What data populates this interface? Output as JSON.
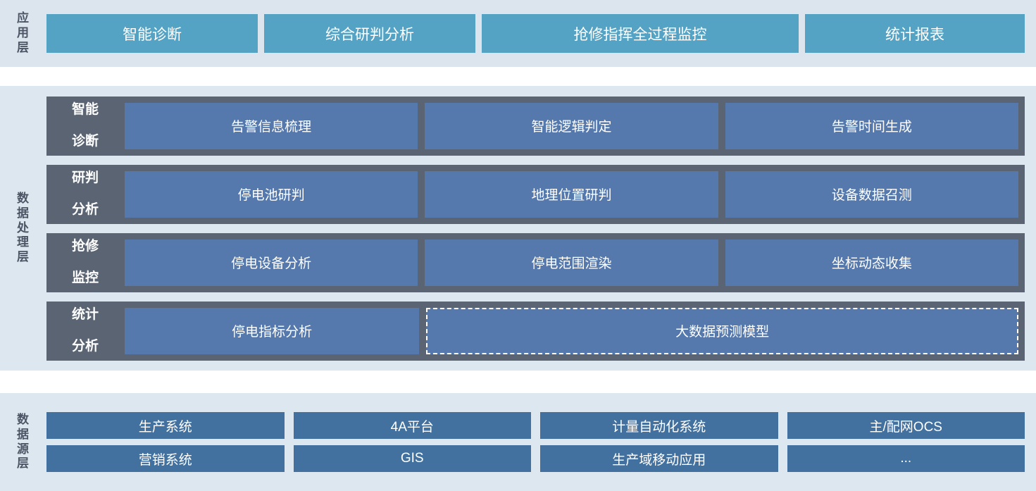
{
  "colors": {
    "page_background": "#ffffff",
    "band_background": "#dde7ef",
    "app_tile": "#55a3c4",
    "process_row_band": "#5a6472",
    "process_cell": "#5579ac",
    "source_tile": "#42709f",
    "label_text": "#4b5565",
    "tile_text": "#ffffff"
  },
  "layers": [
    {
      "label": "应用层",
      "tiles": [
        {
          "label": "智能诊断"
        },
        {
          "label": "综合研判分析"
        },
        {
          "label": "抢修指挥全过程监控"
        },
        {
          "label": "统计报表"
        }
      ]
    },
    {
      "label": "数据处理层",
      "rows": [
        {
          "label_line1": "智能",
          "label_line2": "诊断",
          "cells": [
            {
              "label": "告警信息梳理",
              "dashed": false
            },
            {
              "label": "智能逻辑判定",
              "dashed": false
            },
            {
              "label": "告警时间生成",
              "dashed": false
            }
          ]
        },
        {
          "label_line1": "研判",
          "label_line2": "分析",
          "cells": [
            {
              "label": "停电池研判",
              "dashed": false
            },
            {
              "label": "地理位置研判",
              "dashed": false
            },
            {
              "label": "设备数据召测",
              "dashed": false
            }
          ]
        },
        {
          "label_line1": "抢修",
          "label_line2": "监控",
          "cells": [
            {
              "label": "停电设备分析",
              "dashed": false
            },
            {
              "label": "停电范围渲染",
              "dashed": false
            },
            {
              "label": "坐标动态收集",
              "dashed": false
            }
          ]
        },
        {
          "label_line1": "统计",
          "label_line2": "分析",
          "cells": [
            {
              "label": "停电指标分析",
              "dashed": false
            },
            {
              "label": "大数据预测模型",
              "dashed": true
            }
          ]
        }
      ]
    },
    {
      "label": "数据源层",
      "rows": [
        [
          {
            "label": "生产系统"
          },
          {
            "label": "4A平台"
          },
          {
            "label": "计量自动化系统"
          },
          {
            "label": "主/配网OCS"
          }
        ],
        [
          {
            "label": "营销系统"
          },
          {
            "label": "GIS"
          },
          {
            "label": "生产域移动应用"
          },
          {
            "label": "..."
          }
        ]
      ]
    }
  ]
}
